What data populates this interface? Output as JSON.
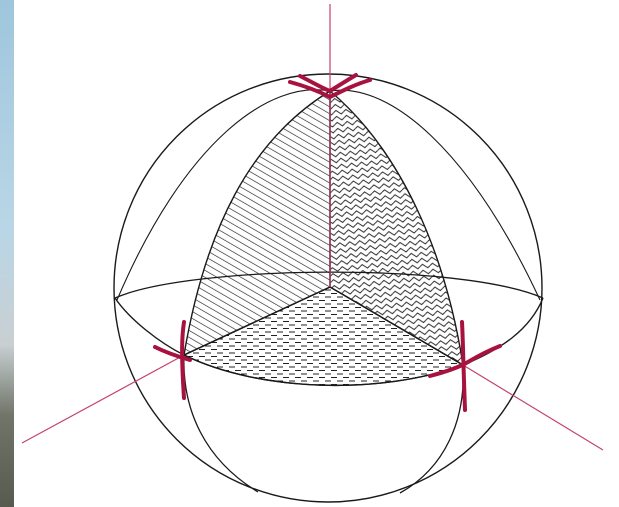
{
  "colors": {
    "background": "#ffffff",
    "ink": "#1a1a1a",
    "axis": "#c4426e",
    "marker": "#a8123f"
  },
  "figure": {
    "description_shape": "sphere-octant",
    "axes": [
      "vertical-axis",
      "left-axis",
      "right-axis"
    ],
    "shaded_faces": [
      "left-face-diagonal-hatching",
      "right-face-zigzag-hatching",
      "bottom-face-dashed-hatching"
    ]
  }
}
